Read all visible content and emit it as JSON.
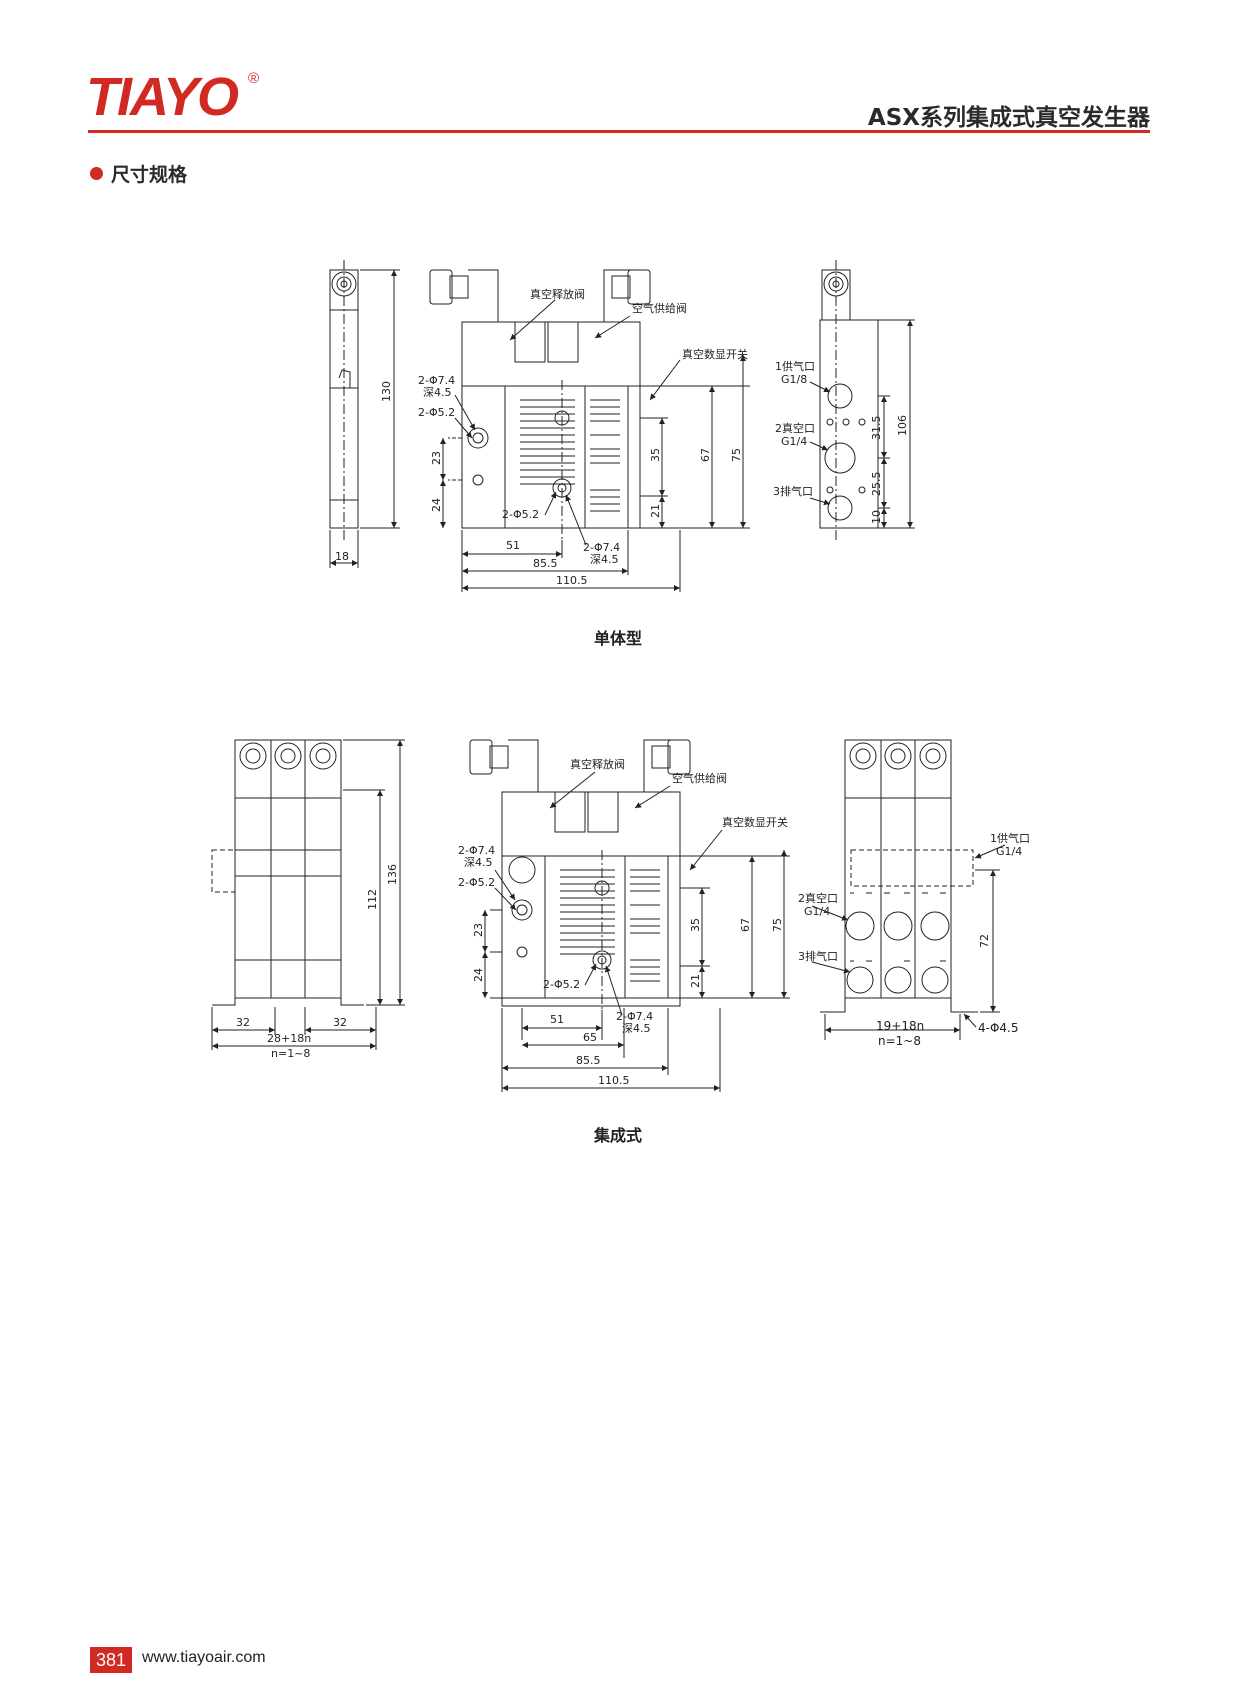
{
  "header": {
    "logo_text": "TIAYO",
    "logo_reg": "®",
    "title": "ASX系列集成式真空发生器"
  },
  "section": {
    "title": "尺寸规格"
  },
  "single": {
    "caption": "单体型",
    "labels": {
      "release_valve": "真空释放阀",
      "supply_valve": "空气供给阀",
      "switch": "真空数显开关",
      "hole_a": "2-Φ7.4",
      "hole_a_depth": "深4.5",
      "hole_b": "2-Φ5.2",
      "hole_c": "2-Φ5.2",
      "hole_d": "2-Φ7.4",
      "hole_d_depth": "深4.5",
      "port1": "1供气口",
      "port1_thread": "G1/8",
      "port2": "2真空口",
      "port2_thread": "G1/4",
      "port3": "3排气口"
    },
    "dims": {
      "d130": "130",
      "d18": "18",
      "d23": "23",
      "d24": "24",
      "d35": "35",
      "d21": "21",
      "d67": "67",
      "d75": "75",
      "d51": "51",
      "d85_5": "85.5",
      "d110_5": "110.5",
      "d31_5": "31.5",
      "d25_5": "25.5",
      "d10": "10",
      "d106": "106"
    }
  },
  "manifold": {
    "caption": "集成式",
    "labels": {
      "release_valve": "真空释放阀",
      "supply_valve": "空气供给阀",
      "switch": "真空数显开关",
      "hole_a": "2-Φ7.4",
      "hole_a_depth": "深4.5",
      "hole_b": "2-Φ5.2",
      "hole_c": "2-Φ5.2",
      "hole_d": "2-Φ7.4",
      "hole_d_depth": "深4.5",
      "port1": "1供气口",
      "port1_thread": "G1/4",
      "port2": "2真空口",
      "port2_thread": "G1/4",
      "port3": "3排气口",
      "mount_holes": "4-Φ4.5"
    },
    "dims": {
      "d112": "112",
      "d136": "136",
      "d32a": "32",
      "d32b": "32",
      "d28_18n": "28+18n",
      "n_range": "n=1~8",
      "d23": "23",
      "d24": "24",
      "d35": "35",
      "d21": "21",
      "d67": "67",
      "d75": "75",
      "d51": "51",
      "d65": "65",
      "d85_5": "85.5",
      "d110_5": "110.5",
      "d72": "72",
      "d19_18n": "19+18n",
      "n_range2": "n=1~8"
    }
  },
  "footer": {
    "page": "381",
    "url": "www.tiayoair.com"
  }
}
